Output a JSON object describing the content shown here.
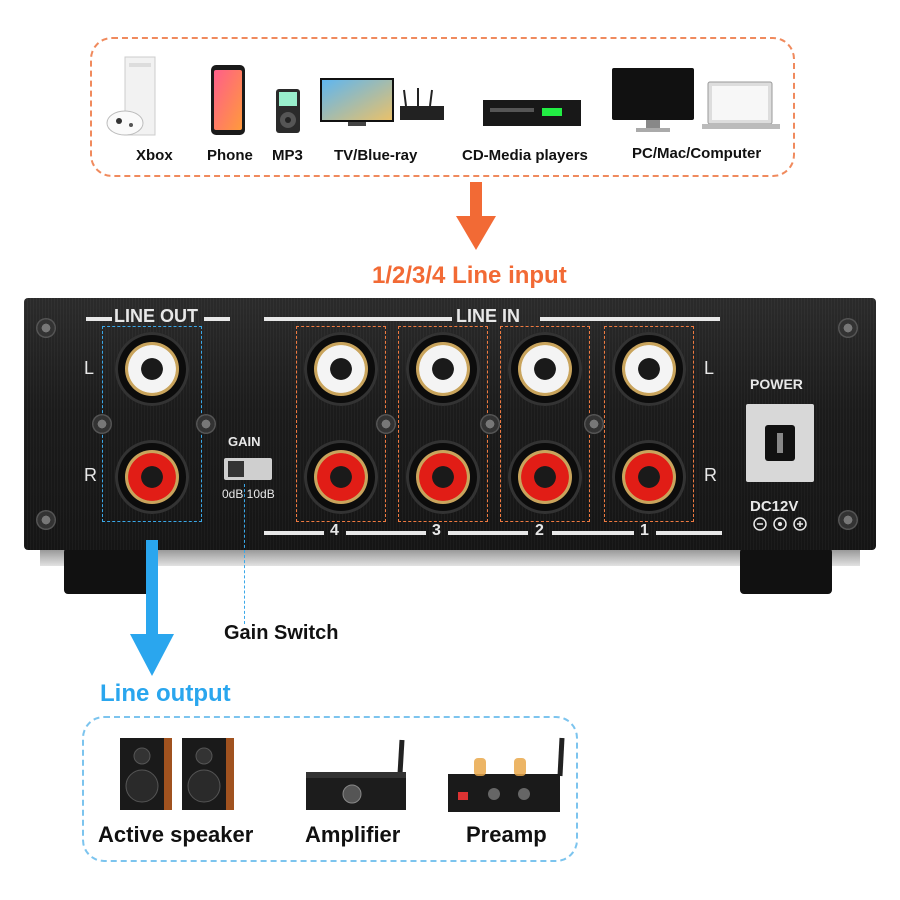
{
  "sources": {
    "items": [
      {
        "label": "Xbox",
        "icon": "game-console-icon"
      },
      {
        "label": "Phone",
        "icon": "phone-icon"
      },
      {
        "label": "MP3",
        "icon": "mp3-player-icon"
      },
      {
        "label": "TV/Blue-ray",
        "icon": "tv-router-icon"
      },
      {
        "label": "CD-Media players",
        "icon": "cd-player-icon"
      },
      {
        "label": "PC/Mac/Computer",
        "icon": "computer-laptop-icon"
      }
    ]
  },
  "line_input_heading": "1/2/3/4 Line input",
  "panel": {
    "line_out": "LINE OUT",
    "line_in": "LINE IN",
    "left": "L",
    "right": "R",
    "gain": "GAIN",
    "gain_values": "0dB 10dB",
    "power": "POWER",
    "dc": "DC12V",
    "channels": [
      "4",
      "3",
      "2",
      "1"
    ]
  },
  "gain_switch_label": "Gain Switch",
  "line_output_heading": "Line output",
  "outputs": {
    "items": [
      {
        "label": "Active speaker",
        "icon": "speaker-icon"
      },
      {
        "label": "Amplifier",
        "icon": "amplifier-icon"
      },
      {
        "label": "Preamp",
        "icon": "preamp-icon"
      }
    ]
  },
  "colors": {
    "orange": "#f26a35",
    "blue": "#2aa6ee",
    "jack_red": "#e11d16"
  }
}
